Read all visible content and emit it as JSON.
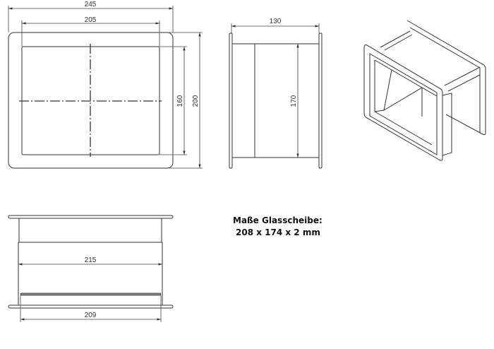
{
  "front_view": {
    "width_outer": "245",
    "width_inner": "205",
    "height_inner": "160",
    "height_outer": "200"
  },
  "side_view": {
    "depth": "130",
    "height_body": "170"
  },
  "bottom_view": {
    "width_body": "215",
    "width_glass_slot": "209"
  },
  "note": {
    "title": "Maße Glasscheibe:",
    "value": "208 x 174 x 2 mm"
  }
}
